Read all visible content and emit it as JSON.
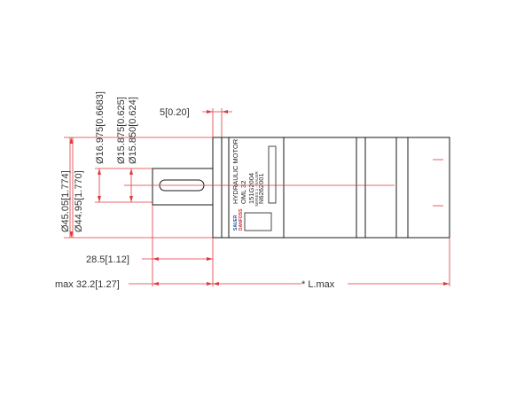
{
  "colors": {
    "dimension_line": "#e0393e",
    "outline": "#1a1a1a",
    "label_text": "#333333",
    "logo_blue": "#1f4e9c",
    "logo_red": "#d22630"
  },
  "drawing": {
    "dimensions": {
      "flange_thickness": "5[0.20]",
      "shaft_dia_max": "Ø16.975[0.6683]",
      "shaft_dia_mid": "Ø15.875[0.625]",
      "shaft_dia_min": "Ø15.850[0.624]",
      "pilot_dia_max": "Ø45.05[1.774]",
      "pilot_dia_min": "Ø44.95[1.770]",
      "shaft_length": "28.5[1.12]",
      "shaft_length_max": "max 32.2[1.27]",
      "overall_length": "* L.max"
    },
    "nameplate": {
      "title": "HYDRAULIC MOTOR",
      "model": "OML 32",
      "part_number": "151G2004",
      "serial": "N6262001",
      "small_text": "SERIES 1 - SAUER",
      "logo_top": "SAUER",
      "logo_bottom": "DANFOSS"
    }
  }
}
